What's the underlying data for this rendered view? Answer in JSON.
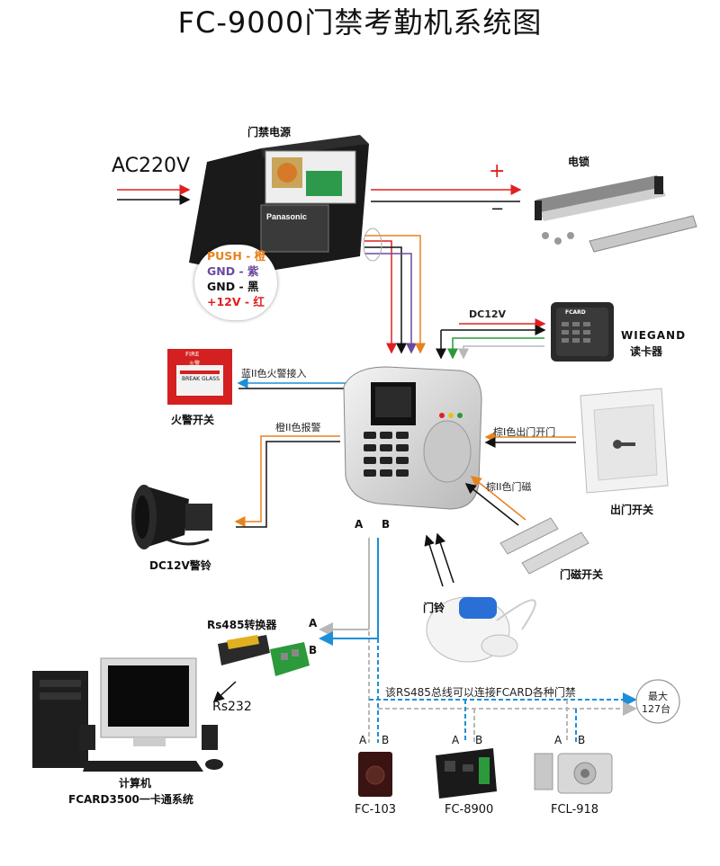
{
  "title": "FC-9000门禁考勤机系统图",
  "ac_label": "AC220V",
  "power_supply": {
    "label": "门禁电源",
    "battery_brand": "Panasonic"
  },
  "wire_legend": [
    {
      "text": "PUSH - 橙",
      "color": "#e8821e"
    },
    {
      "text": "GND - 紫",
      "color": "#6a4a9e"
    },
    {
      "text": "GND - 黑",
      "color": "#111111"
    },
    {
      "text": "+12V - 红",
      "color": "#e02020"
    }
  ],
  "lock": {
    "label": "电锁",
    "plus": "+",
    "minus": "−"
  },
  "reader": {
    "dc_label": "DC12V",
    "brand": "FCARD",
    "label_en": "WIEGAND",
    "label_cn": "读卡器"
  },
  "fire_switch": {
    "label": "火警开关",
    "wire_label": "蓝II色火警接入",
    "top_text": "FIRE",
    "sub_text": "火警",
    "glass_text": "BREAK GLASS"
  },
  "exit_button": {
    "label": "出门开关",
    "wire_label": "棕I色出门开门"
  },
  "door_sensor": {
    "label": "门磁开关",
    "wire_label": "棕II色门磁"
  },
  "alarm": {
    "label": "DC12V警铃",
    "wire_label": "橙II色报警"
  },
  "doorbell": {
    "label": "门铃"
  },
  "converter": {
    "label": "Rs485转换器",
    "a": "A",
    "b": "B",
    "rs232": "Rs232"
  },
  "computer": {
    "label1": "计算机",
    "label2": "FCARD3500一卡通系统"
  },
  "bus": {
    "a": "A",
    "b": "B",
    "note": "该RS485总线可以连接FCARD各种门禁",
    "max_label1": "最大",
    "max_label2": "127台"
  },
  "devices": [
    {
      "name": "FC-103",
      "a": "A",
      "b": "B"
    },
    {
      "name": "FC-8900",
      "a": "A",
      "b": "B"
    },
    {
      "name": "FCL-918",
      "a": "A",
      "b": "B"
    }
  ],
  "colors": {
    "red": "#e02020",
    "orange": "#e8821e",
    "purple": "#6a4a9e",
    "blue": "#1c8fd8",
    "green": "#2a9a3a",
    "gray": "#b8b8b8"
  }
}
